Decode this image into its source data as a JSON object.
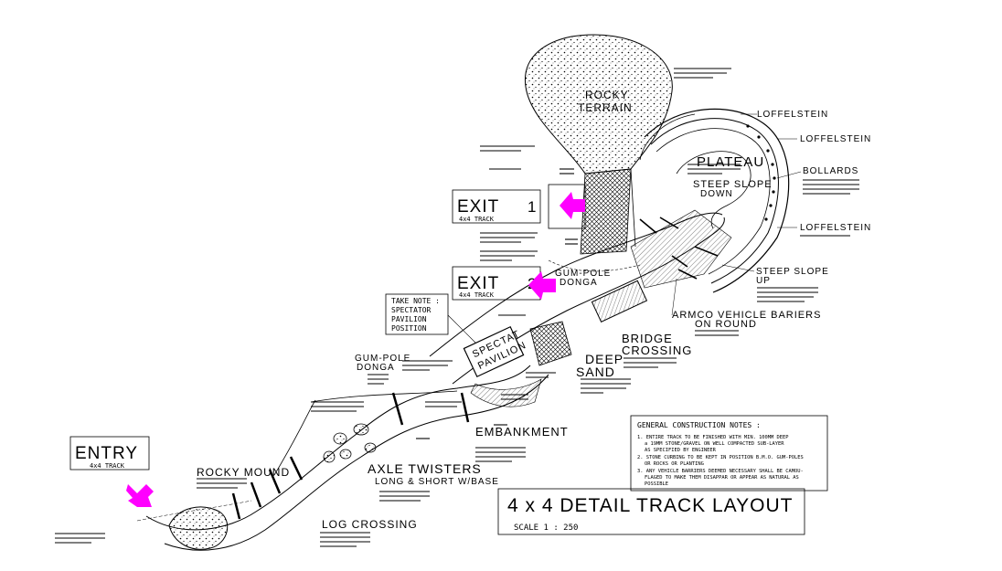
{
  "title": {
    "main": "4 x 4 DETAIL TRACK LAYOUT",
    "scale": "SCALE 1 : 250"
  },
  "stations": {
    "entry": {
      "label": "ENTRY",
      "sub": "4x4 TRACK"
    },
    "exit1": {
      "label": "EXIT",
      "num": "1",
      "sub": "4x4 TRACK"
    },
    "exit2": {
      "label": "EXIT",
      "num": "2",
      "sub": "4x4 TRACK"
    }
  },
  "features": {
    "rocky_terrain": [
      "ROCKY",
      "TERRAIN"
    ],
    "plateau": "PLATEAU",
    "steep_slope_down": [
      "STEEP SLOPE",
      "DOWN"
    ],
    "steep_slope_up": [
      "STEEP SLOPE",
      "UP"
    ],
    "gum_pole_donga_top": [
      "GUM-POLE",
      "DONGA"
    ],
    "gum_pole_donga_left": [
      "GUM-POLE",
      "DONGA"
    ],
    "bridge_crossing": [
      "BRIDGE",
      "CROSSING"
    ],
    "deep_sand": [
      "DEEP",
      "SAND"
    ],
    "embankment": "EMBANKMENT",
    "axle_twisters": [
      "AXLE TWISTERS",
      "LONG & SHORT W/BASE"
    ],
    "rocky_mound": "ROCKY MOUND",
    "log_crossing": "LOG CROSSING",
    "armco": [
      "ARMCO VEHICLE BARIERS",
      "ON ROUND"
    ],
    "spectator_pavilion": [
      "SPECTAT",
      "PAVILION"
    ],
    "bollards": "BOLLARDS",
    "loffelstein": [
      "LOFFELSTEIN",
      "LOFFELSTEIN",
      "LOFFELSTEIN"
    ]
  },
  "take_note": [
    "TAKE NOTE :",
    "SPECTATOR",
    "PAVILION",
    "POSITION"
  ],
  "notes": {
    "heading": "GENERAL CONSTRUCTION NOTES :",
    "items": [
      "1. ENTIRE TRACK TO BE FINISHED WITH MIN. 100MM DEEP",
      "a 19MM STONE/GRAVEL ON WELL COMPACTED SUB-LAYER",
      "AS SPECIFIED BY ENGINEER",
      "2. STONE CURBING TO BE KEPT IN POSITION B.M.O. GUM-POLES",
      "OR ROCKS OR PLANTING",
      "3. ANY VEHICLE BARRIERS DEEMED NECESSARY SHALL BE CAMOU-",
      "FLAGED TO MAKE THEM DISAPPAR OR APPEAR AS NATURAL AS",
      "POSSIBLE"
    ]
  },
  "colors": {
    "arrow": "#ff00ff",
    "line": "#000000"
  },
  "icons": [
    "entry-arrow-icon",
    "exit-arrow-icon"
  ]
}
